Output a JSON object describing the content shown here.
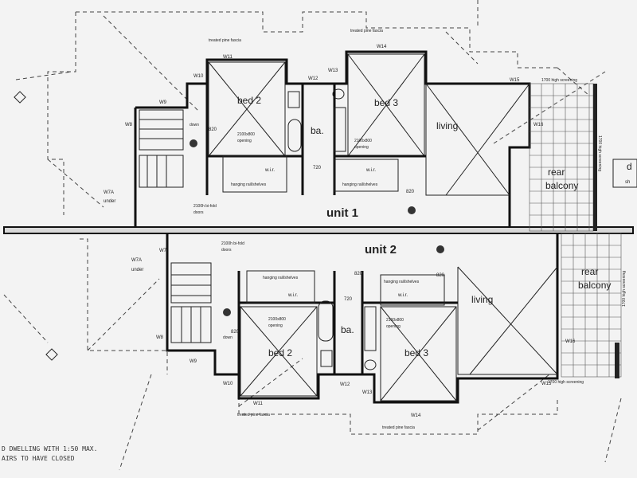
{
  "plan": {
    "units": {
      "unit1": "unit 1",
      "unit2": "unit 2"
    },
    "rooms": {
      "u1_bed2": "bed 2",
      "u1_bed3": "bed 3",
      "u1_bath": "ba.",
      "u1_living": "living",
      "u1_rear_balcony_1": "rear",
      "u1_rear_balcony_2": "balcony",
      "u2_bed2": "bed 2",
      "u2_bed3": "bed 3",
      "u2_bath": "ba.",
      "u2_living": "living",
      "u2_rear_balcony_1": "rear",
      "u2_rear_balcony_2": "balcony"
    },
    "windows": {
      "u1_w11": "W11",
      "u1_w10": "W10",
      "u1_w9": "W9",
      "u1_w8": "W8",
      "u1_w7a": "W7A",
      "u1_w7a_under": "under",
      "u1_w12": "W12",
      "u1_w13": "W13",
      "u1_w14": "W14",
      "u1_w15": "W15",
      "u1_w16": "W16",
      "u2_w7": "W7",
      "u2_w7a": "W7A",
      "u2_w7a_under": "under",
      "u2_w8": "W8",
      "u2_w9": "W9",
      "u2_w10": "W10",
      "u2_w11": "W11",
      "u2_w12": "W12",
      "u2_w13": "W13",
      "u2_w14": "W14",
      "u2_w15": "W15",
      "u2_w16": "W16"
    },
    "annotations": {
      "treated_fascia_1": "treated pine fascia",
      "treated_fascia_2": "treated pine fascia",
      "treated_fascia_3": "treated pine fascia",
      "treated_fascia_4": "treated pine fascia",
      "opening_1a": "2100x800",
      "opening_1b": "opening",
      "opening_2a": "2100x800",
      "opening_2b": "opening",
      "opening_3a": "2100x800",
      "opening_3b": "opening",
      "opening_4a": "2100x800",
      "opening_4b": "opening",
      "wir_1": "w.i.r.",
      "wir_2": "w.i.r.",
      "wir_3": "w.i.r.",
      "wir_4": "w.i.r.",
      "hanging_1": "hanging rail/shelves",
      "hanging_2": "hanging rail/shelves",
      "hanging_3": "hanging rail/shelves",
      "hanging_4": "hanging rail/shelves",
      "builtin_1a": "2100h bi-fold",
      "builtin_1b": "doors",
      "builtin_2a": "2100h bi-fold",
      "builtin_2b": "doors",
      "d820_1": "820",
      "d820_2": "820",
      "d820_3": "820",
      "d820_4": "820",
      "d820_5": "820",
      "d720_1": "720",
      "d720_2": "720",
      "down_1": "down",
      "down_2": "down",
      "screen_1": "1700 high screening",
      "screen_2": "1700 high screening",
      "screen_3": "1700 high screening",
      "screen_4": "1700 high screening",
      "edge_d": "d",
      "edge_sh": "sh"
    },
    "notes": {
      "line1": "D DWELLING WITH 1:50 MAX.",
      "line2": "AIRS TO HAVE CLOSED"
    }
  }
}
